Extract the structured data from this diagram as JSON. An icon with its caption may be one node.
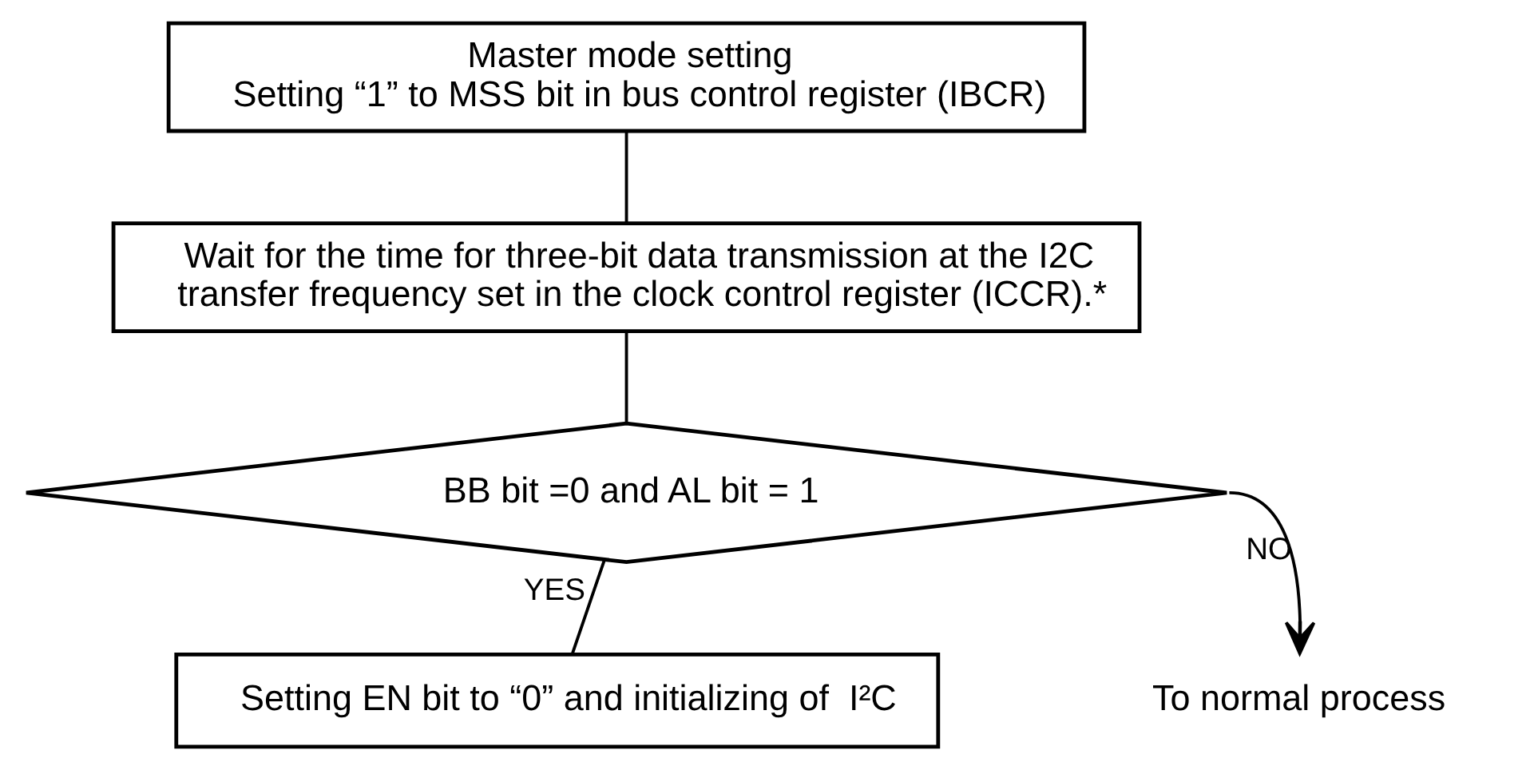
{
  "diagram": {
    "nodes": [
      {
        "text": [
          "Master mode setting",
          "Setting “1” to MSS bit in bus control register (IBCR)"
        ]
      },
      {
        "text": [
          "Wait for the time for three-bit data transmission at the I2C transfer frequency set in the clock control register (ICCR).*"
        ]
      },
      {
        "text": [
          "BB bit =0 and AL bit = 1"
        ]
      },
      {
        "text": [
          "Setting EN bit to “0” and initializing of  I²C"
        ]
      },
      {
        "text": [
          "To normal process"
        ]
      }
    ],
    "edges": [
      {
        "from": 0,
        "to": 1,
        "arrow": "none"
      },
      {
        "from": 1,
        "to": 2,
        "arrow": "none"
      },
      {
        "from": 2,
        "to": 3,
        "arrow": "none",
        "label": "YES"
      },
      {
        "from": 2,
        "to": 4,
        "arrow": "to",
        "label": "NO"
      }
    ]
  }
}
